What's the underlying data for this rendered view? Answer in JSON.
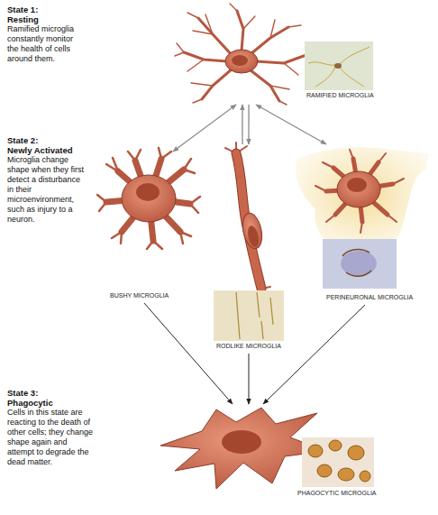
{
  "diagram": {
    "nodes": [
      {
        "text": [
          "RAMIFIED MICROGLIA"
        ]
      },
      {
        "text": [
          "BUSHY MICROGLIA"
        ]
      },
      {
        "text": [
          "RODLIKE MICROGLIA"
        ]
      },
      {
        "text": [
          "PERINEURONAL MICROGLIA"
        ]
      },
      {
        "text": [
          "PHAGOCYTIC MICROGLIA"
        ]
      }
    ],
    "edges": [
      {
        "from": 0,
        "to": 1,
        "arrow": "both"
      },
      {
        "from": 2,
        "to": 0,
        "arrow": "to"
      },
      {
        "from": 0,
        "to": 2,
        "arrow": "to"
      },
      {
        "from": 0,
        "to": 3,
        "arrow": "both"
      },
      {
        "from": 1,
        "to": 4,
        "arrow": "to"
      },
      {
        "from": 2,
        "to": 4,
        "arrow": "to"
      },
      {
        "from": 3,
        "to": 4,
        "arrow": "to"
      }
    ],
    "labels": [
      "State 1: Resting",
      "Ramified microglia constantly monitor the health of cells around them.",
      "State 2: Newly Activated",
      "Microglia change shape when they first detect a disturbance in their microenvironment, such as injury to a neuron.",
      "State 3: Phagocytic",
      "Cells in this state are reacting to the death of other cells; they change shape again and attempt to degrade the dead matter."
    ]
  }
}
